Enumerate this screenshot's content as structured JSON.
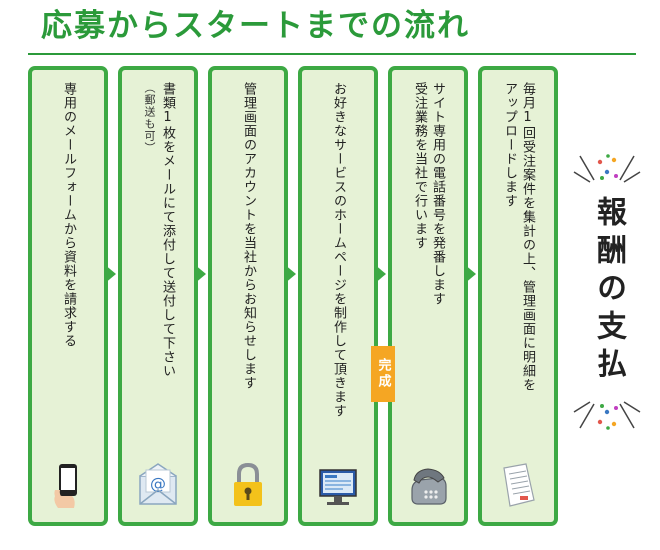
{
  "title": "応募からスタートまでの流れ",
  "steps": [
    {
      "lines": [
        "専用のメールフォームから資料を請求する"
      ],
      "note": "",
      "icon": "smartphone-icon"
    },
    {
      "lines": [
        "書類1枚をメールにて添付して送付して下さい"
      ],
      "note": "（郵送も可）",
      "icon": "email-envelope-icon"
    },
    {
      "lines": [
        "管理画面のアカウントを当社からお知らせします"
      ],
      "note": "",
      "icon": "padlock-icon"
    },
    {
      "lines": [
        "お好きなサービスのホームページを制作して頂きます"
      ],
      "note": "",
      "icon": "computer-monitor-icon"
    },
    {
      "lines": [
        "サイト専用の電話番号を発番します",
        "受注業務を当社で行います"
      ],
      "note": "",
      "icon": "telephone-icon"
    },
    {
      "lines": [
        "毎月1回受注案件を集計の上、管理画面に明細を",
        "アップロードします"
      ],
      "note": "",
      "icon": "document-icon"
    }
  ],
  "badge": "完成",
  "reward": "報酬の支払",
  "colors": {
    "accent": "#3da944",
    "title": "#2b9a3a",
    "card_bg": "#e6f2d6",
    "badge": "#f5a623"
  }
}
